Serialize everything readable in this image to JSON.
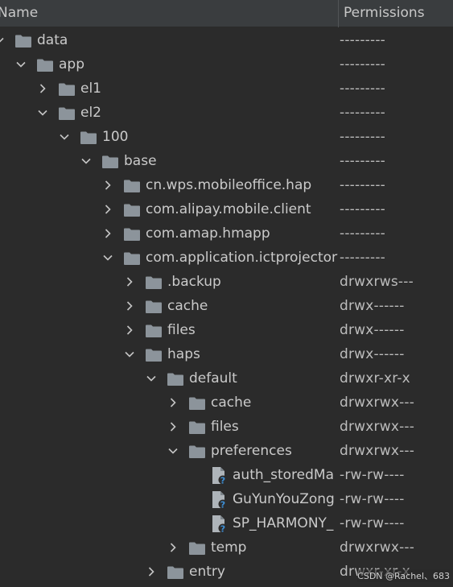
{
  "header": {
    "name": "Name",
    "permissions": "Permissions"
  },
  "rows": [
    {
      "label": "data",
      "perm": "---------",
      "depth": 0,
      "kind": "folder",
      "state": "expanded"
    },
    {
      "label": "app",
      "perm": "---------",
      "depth": 1,
      "kind": "folder",
      "state": "expanded"
    },
    {
      "label": "el1",
      "perm": "---------",
      "depth": 2,
      "kind": "folder",
      "state": "collapsed"
    },
    {
      "label": "el2",
      "perm": "---------",
      "depth": 2,
      "kind": "folder",
      "state": "expanded"
    },
    {
      "label": "100",
      "perm": "---------",
      "depth": 3,
      "kind": "folder",
      "state": "expanded"
    },
    {
      "label": "base",
      "perm": "---------",
      "depth": 4,
      "kind": "folder",
      "state": "expanded"
    },
    {
      "label": "cn.wps.mobileoffice.hap",
      "perm": "---------",
      "depth": 5,
      "kind": "folder",
      "state": "collapsed"
    },
    {
      "label": "com.alipay.mobile.client",
      "perm": "---------",
      "depth": 5,
      "kind": "folder",
      "state": "collapsed"
    },
    {
      "label": "com.amap.hmapp",
      "perm": "---------",
      "depth": 5,
      "kind": "folder",
      "state": "collapsed"
    },
    {
      "label": "com.application.ictprojectory",
      "perm": "---------",
      "depth": 5,
      "kind": "folder",
      "state": "expanded"
    },
    {
      "label": ".backup",
      "perm": "drwxrws---",
      "depth": 6,
      "kind": "folder",
      "state": "collapsed"
    },
    {
      "label": "cache",
      "perm": "drwx------",
      "depth": 6,
      "kind": "folder",
      "state": "collapsed"
    },
    {
      "label": "files",
      "perm": "drwx------",
      "depth": 6,
      "kind": "folder",
      "state": "collapsed"
    },
    {
      "label": "haps",
      "perm": "drwx------",
      "depth": 6,
      "kind": "folder",
      "state": "expanded"
    },
    {
      "label": "default",
      "perm": "drwxr-xr-x",
      "depth": 7,
      "kind": "folder",
      "state": "expanded"
    },
    {
      "label": "cache",
      "perm": "drwxrwx---",
      "depth": 8,
      "kind": "folder",
      "state": "collapsed"
    },
    {
      "label": "files",
      "perm": "drwxrwx---",
      "depth": 8,
      "kind": "folder",
      "state": "collapsed"
    },
    {
      "label": "preferences",
      "perm": "drwxrwx---",
      "depth": 8,
      "kind": "folder",
      "state": "expanded"
    },
    {
      "label": "auth_storedMa",
      "perm": "-rw-rw----",
      "depth": 9,
      "kind": "file",
      "state": "none"
    },
    {
      "label": "GuYunYouZong",
      "perm": "-rw-rw----",
      "depth": 9,
      "kind": "file",
      "state": "none"
    },
    {
      "label": "SP_HARMONY_",
      "perm": "-rw-rw----",
      "depth": 9,
      "kind": "file",
      "state": "none"
    },
    {
      "label": "temp",
      "perm": "drwxrwx---",
      "depth": 8,
      "kind": "folder",
      "state": "collapsed"
    },
    {
      "label": "entry",
      "perm": "drwxr-xr-x",
      "depth": 7,
      "kind": "folder",
      "state": "collapsed"
    }
  ],
  "watermark": "CSDN @Rachel、683",
  "colors": {
    "background": "#2b2b2b",
    "header": "#3a3d3f",
    "folder": "#8c949b",
    "file": "#aeb4b9",
    "file_badge": "#3d8fd6"
  },
  "icons": {
    "folder": "folder-icon",
    "file": "unknown-file-icon",
    "expanded": "chevron-down-icon",
    "collapsed": "chevron-right-icon"
  }
}
